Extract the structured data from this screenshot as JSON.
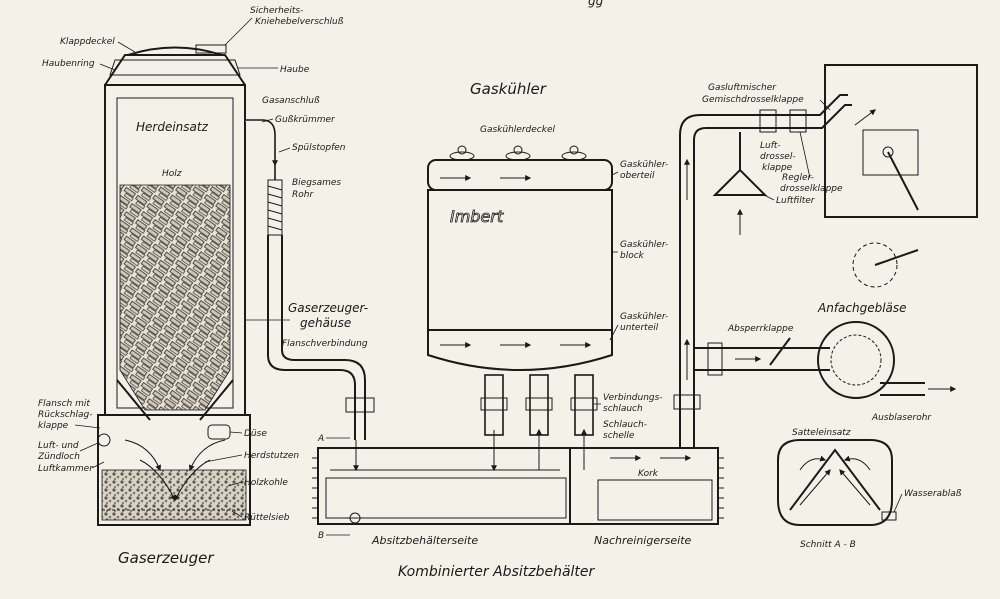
{
  "colors": {
    "ink": "#1a1a1a",
    "paper": "#f4f1e9",
    "wood": "#cfc6b4",
    "gravel": "#8a847a"
  },
  "headline_fragment": "gg",
  "gasifier": {
    "caption": "Gaserzeuger",
    "labels": {
      "klappdeckel": "Klappdeckel",
      "haubenring": "Haubenring",
      "sicherheits": "Sicherheits-",
      "kniehebel": "Kniehebelverschluß",
      "haube": "Haube",
      "herdeinsatz": "Herdeinsatz",
      "holz": "Holz",
      "gasanschluss": "Gasanschluß",
      "gusskruemmer": "Gußkrümmer",
      "spuelstopfen": "Spülstopfen",
      "biegsames1": "Biegsames",
      "biegsames2": "Rohr",
      "gehaeuse1": "Gaserzeuger-",
      "gehaeuse2": "gehäuse",
      "flanschverbindung": "Flanschverbindung",
      "flansch1": "Flansch mit",
      "flansch2": "Rückschlag-",
      "flansch3": "klappe",
      "luft1": "Luft- und",
      "luft2": "Zündloch",
      "luftkammer": "Luftkammer",
      "duese": "Düse",
      "herdstutzen": "Herdstutzen",
      "holzkohle": "Holzkohle",
      "ruettelsieb": "Rüttelsieb"
    }
  },
  "cooler": {
    "title": "Gaskühler",
    "labels": {
      "deckel": "Gaskühlerdeckel",
      "oberteil1": "Gaskühler-",
      "oberteil2": "oberteil",
      "block1": "Gaskühler-",
      "block2": "block",
      "unterteil1": "Gaskühler-",
      "unterteil2": "unterteil",
      "verbindung1": "Verbindungs-",
      "verbindung2": "schlauch",
      "schelle1": "Schlauch-",
      "schelle2": "schelle",
      "brand": "Imbert"
    }
  },
  "settler": {
    "caption": "Kombinierter Absitzbehälter",
    "left_side": "Absitzbehälterseite",
    "right_side": "Nachreinigerseite",
    "kork": "Kork",
    "marker_a": "A",
    "marker_b": "B"
  },
  "mixer": {
    "labels": {
      "gasluftmischer": "Gasluftmischer",
      "gemisch": "Gemischdrosselklappe",
      "luftdrossel1": "Luft-",
      "luftdrossel2": "drossel-",
      "luftdrossel3": "klappe",
      "regler1": "Regler-",
      "regler2": "drosselklappe",
      "luftfilter": "Luftfilter"
    }
  },
  "blower": {
    "title": "Anfachgebläse",
    "absperrklappe": "Absperrklappe",
    "ausblaserohr": "Ausblaserohr"
  },
  "section": {
    "caption": "Schnitt A - B",
    "satteleinsatz": "Satteleinsatz",
    "wasserablass": "Wasserablaß"
  }
}
